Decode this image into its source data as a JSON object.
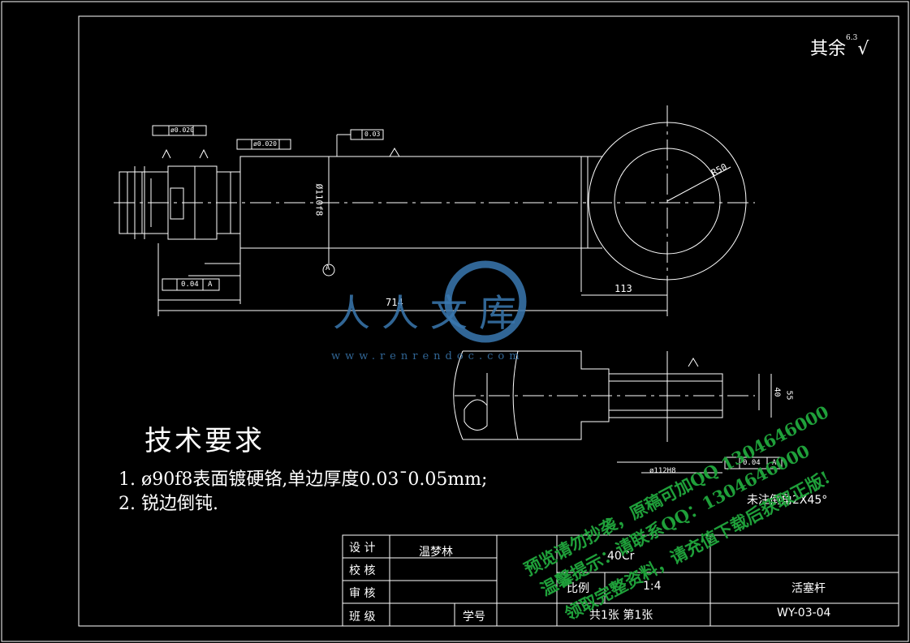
{
  "drawing": {
    "roughness_note": "其余",
    "roughness_value": "6.3",
    "dimensions": {
      "overall_length": "714",
      "eye_offset": "113",
      "eye_radius": "R50",
      "rod_diameter": "Ø110f8",
      "tol_concentric_1": "ø0.020",
      "tol_concentric_2": "ø0.020",
      "tol_cylindricity": "0.03",
      "tol_perpendicular_1": "0.04",
      "tol_perpendicular_2": "0.04",
      "datum": "A",
      "side_width_1": "40",
      "side_width_2": "55",
      "side_bore": "ø112H8"
    },
    "technical_requirements": {
      "title": "技术要求",
      "items": [
        "1.  ø90f8表面镀硬铬,单边厚度0.03¯0.05mm;",
        "2.  锐边倒钝."
      ]
    },
    "chamfer_note": "未注倒角2X45°"
  },
  "title_block": {
    "design_label": "设 计",
    "designer_name": "温梦林",
    "check_label": "校 核",
    "review_label": "审 核",
    "class_label": "班 级",
    "student_id_label": "学号",
    "material": "40Cr",
    "scale_label": "比例",
    "scale_value": "1:4",
    "part_name": "活塞杆",
    "sheets": "共1张 第1张",
    "drawing_number": "WY-03-04"
  },
  "watermark": {
    "brand": "人人文库",
    "url": "www.renrendoc.com",
    "line1": "预览请勿抄袭，原稿可加QQ 1304646000",
    "line2": "温馨提示：请联系QQ：1304646000",
    "line3": "领取完整资料，请充值下载后获取正版!"
  },
  "colors": {
    "background": "#000000",
    "lines": "#ffffff",
    "watermark_blue": "#3a78b0",
    "watermark_green": "#1fa03a"
  }
}
